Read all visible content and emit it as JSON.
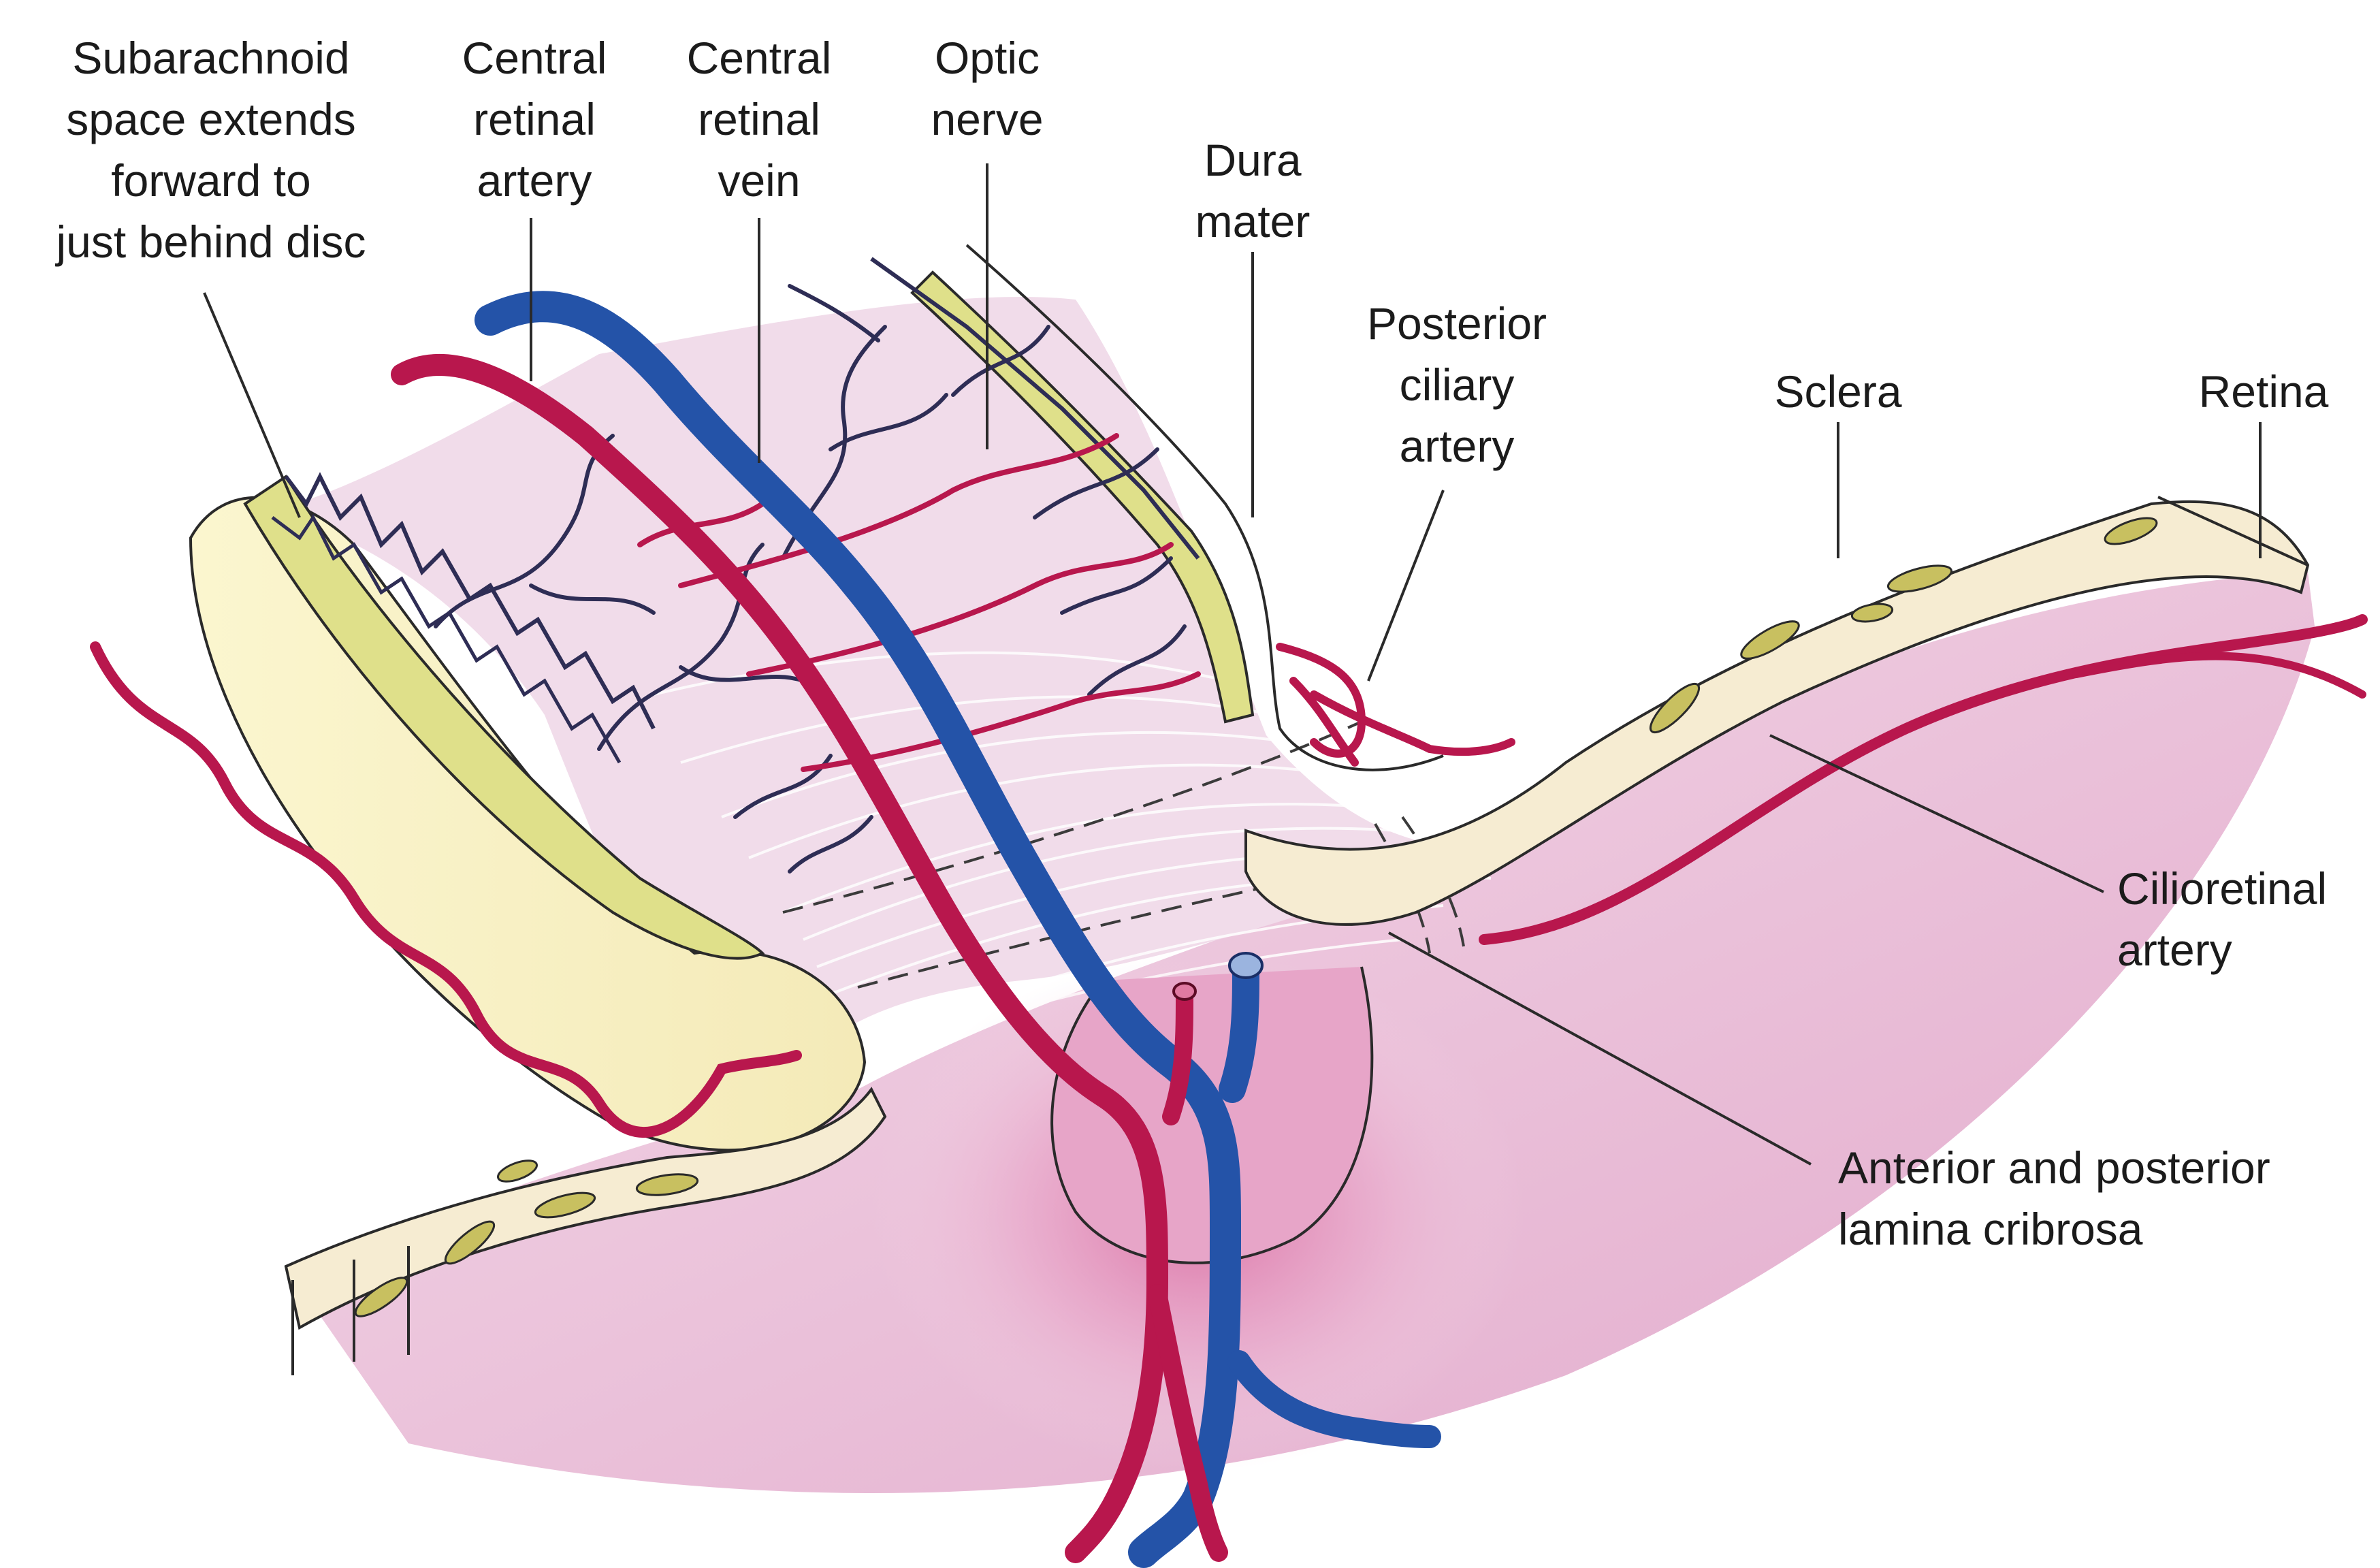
{
  "labels": {
    "subarachnoid": "Subarachnoid\nspace extends\nforward to\njust behind disc",
    "central_artery": "Central\nretinal\nartery",
    "central_vein": "Central\nretinal\nvein",
    "optic_nerve": "Optic\nnerve",
    "dura_mater": "Dura\nmater",
    "posterior_ciliary": "Posterior\nciliary\nartery",
    "sclera": "Sclera",
    "retina": "Retina",
    "cilioretinal": "Cilioretinal\nartery",
    "lamina": "Anterior and posterior\nlamina cribrosa"
  },
  "colors": {
    "artery": "#b8174d",
    "vein": "#2453a8",
    "dura": "#dfe08a",
    "sclera_fill": "#f6ecd2",
    "nerve_fill": "#f1dcea",
    "retina_fill": "#e9b8d4",
    "capillary": "#2e2d55",
    "leader": "#2a2a2a"
  }
}
